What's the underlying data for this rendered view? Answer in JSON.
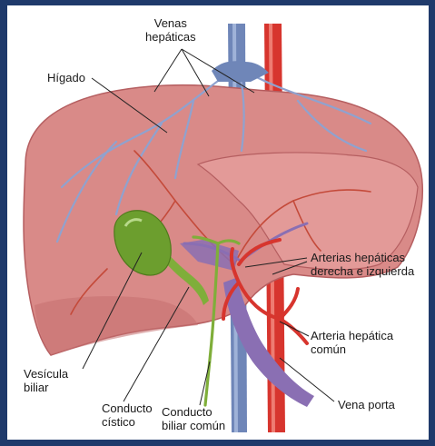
{
  "labels": {
    "venas_hepaticas_1": "Venas",
    "venas_hepaticas_2": "hepáticas",
    "higado": "Hígado",
    "arterias_hepaticas_1": "Arterias hepáticas",
    "arterias_hepaticas_2": "derecha e izquierda",
    "arteria_hepatica_comun_1": "Arteria hepática",
    "arteria_hepatica_comun_2": "común",
    "vena_porta": "Vena porta",
    "vesicula_biliar_1": "Vesícula",
    "vesicula_biliar_2": "biliar",
    "conducto_cistico_1": "Conducto",
    "conducto_cistico_2": "cístico",
    "conducto_biliar_comun_1": "Conducto",
    "conducto_biliar_comun_2": "biliar común"
  },
  "colors": {
    "frame": "#1f3a6b",
    "liver": "#d98a88",
    "liver_shade": "#c46f70",
    "vena_cava": "#6f86b8",
    "aorta": "#d7352e",
    "portal_vein": "#8a6fb3",
    "bile": "#7fae3a",
    "gallbladder": "#6c9e2e"
  }
}
